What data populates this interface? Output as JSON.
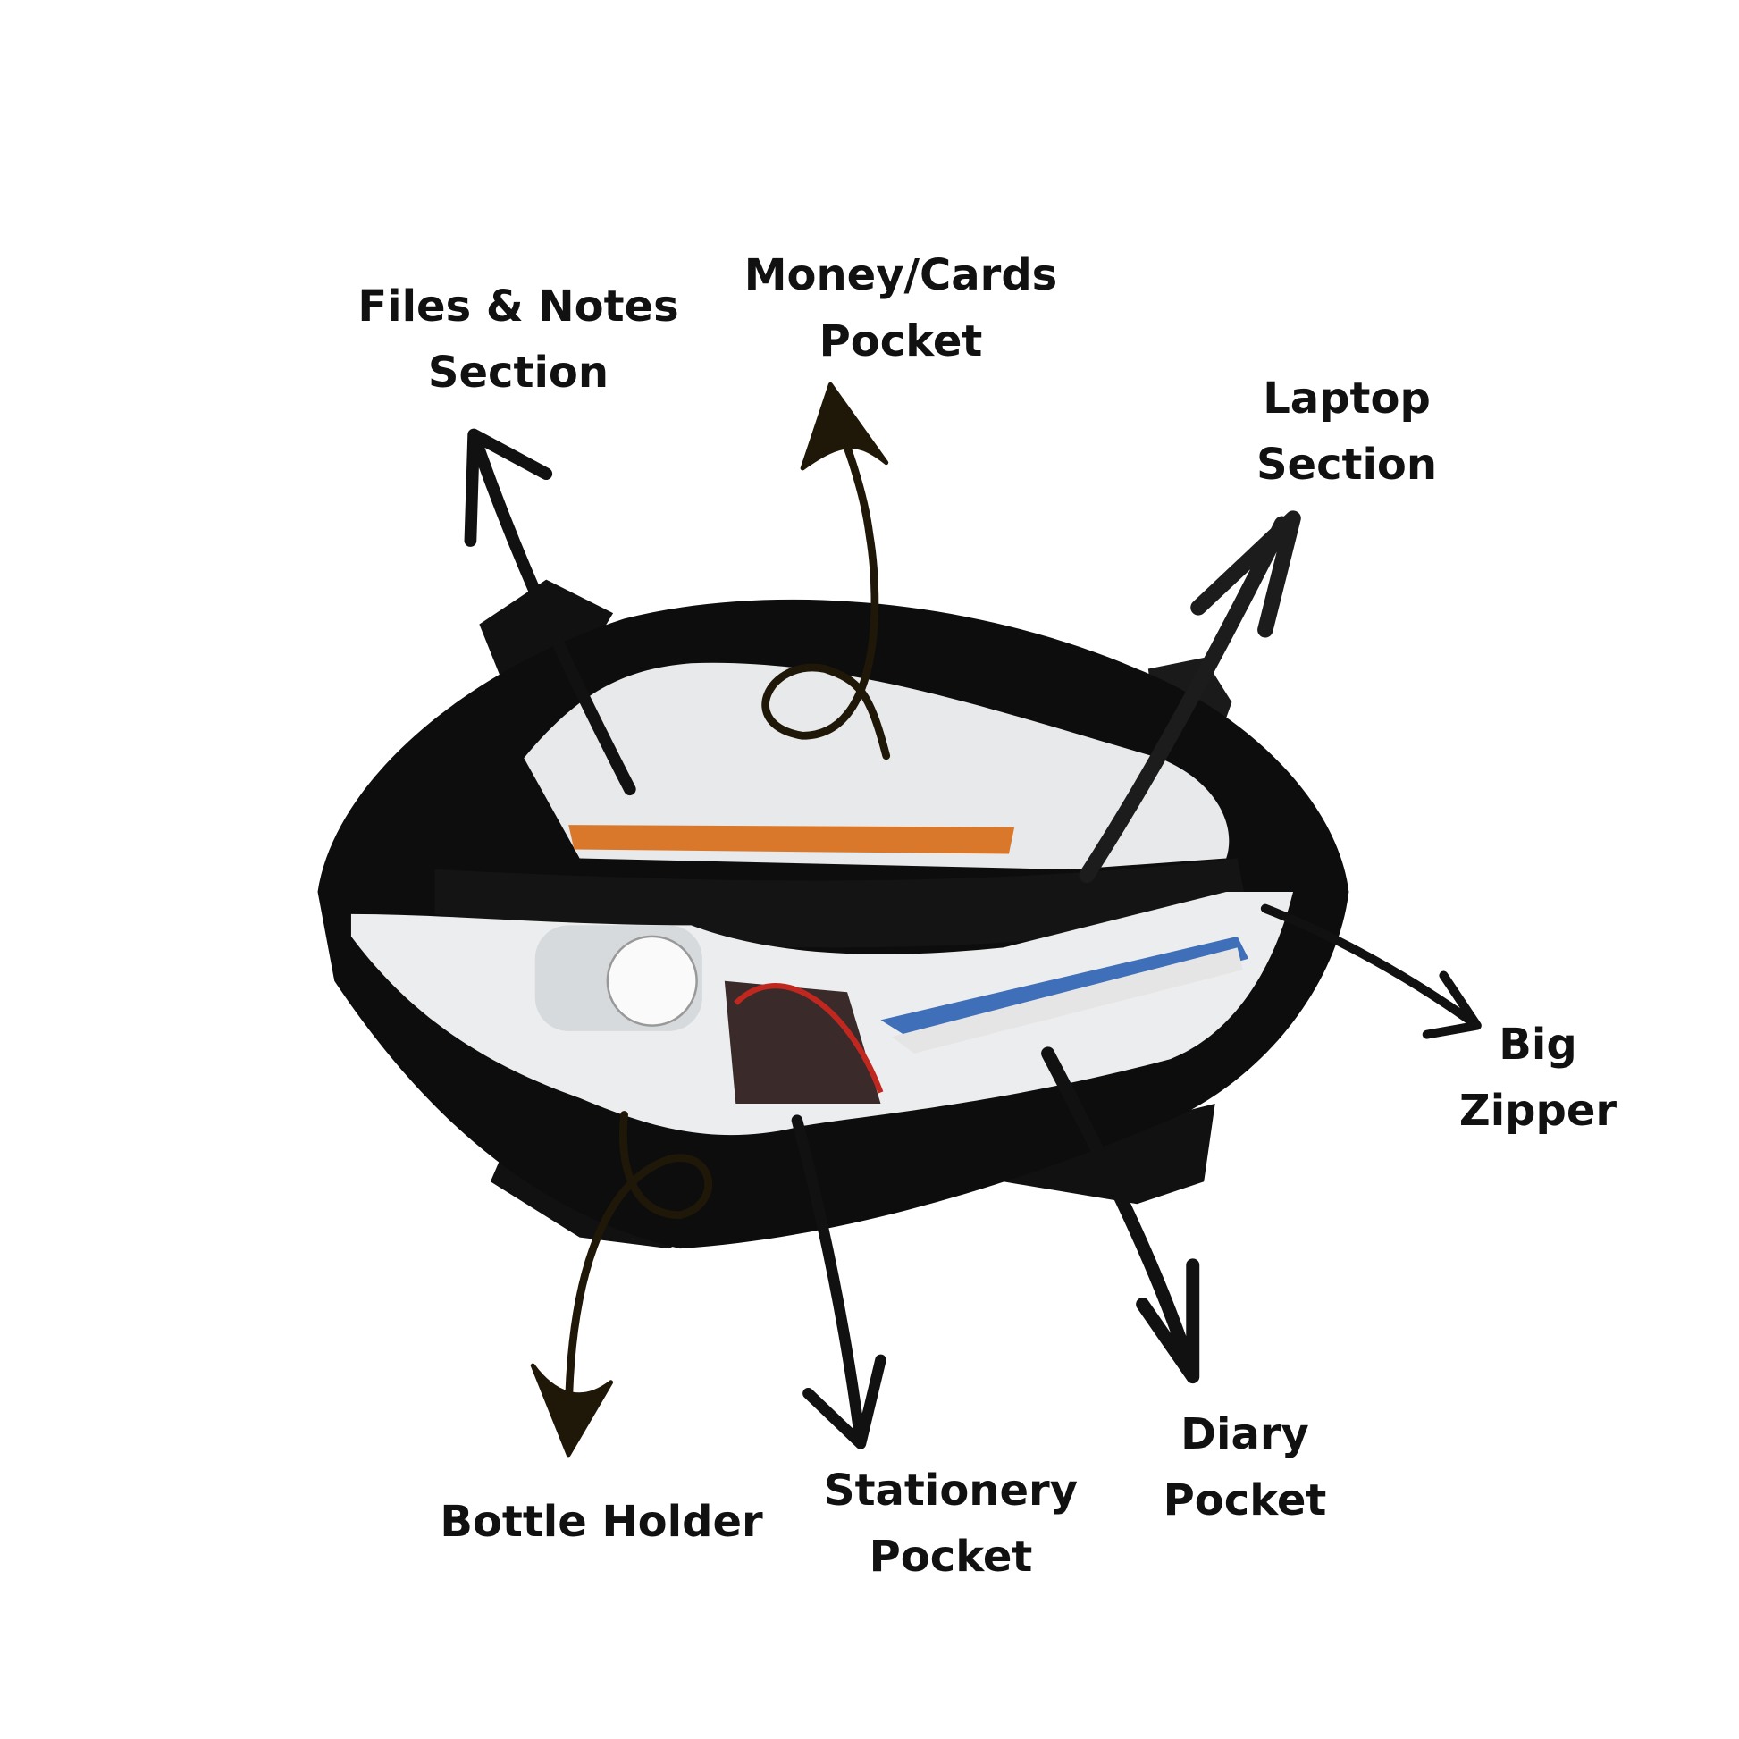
{
  "labels": {
    "files_notes": {
      "line1": "Files & Notes",
      "line2": "Section"
    },
    "money_cards": {
      "line1": "Money/Cards",
      "line2": "Pocket"
    },
    "laptop": {
      "line1": "Laptop",
      "line2": "Section"
    },
    "big_zipper": {
      "line1": "Big",
      "line2": "Zipper"
    },
    "diary": {
      "line1": "Diary",
      "line2": "Pocket"
    },
    "stationery": {
      "line1": "Stationery",
      "line2": "Pocket"
    },
    "bottle_holder": {
      "line1": "Bottle Holder"
    }
  },
  "colors": {
    "bag": "#0d0d0d",
    "lining": "#ecedee",
    "arrow": "#111111",
    "arrow_brown": "#1f1708"
  }
}
